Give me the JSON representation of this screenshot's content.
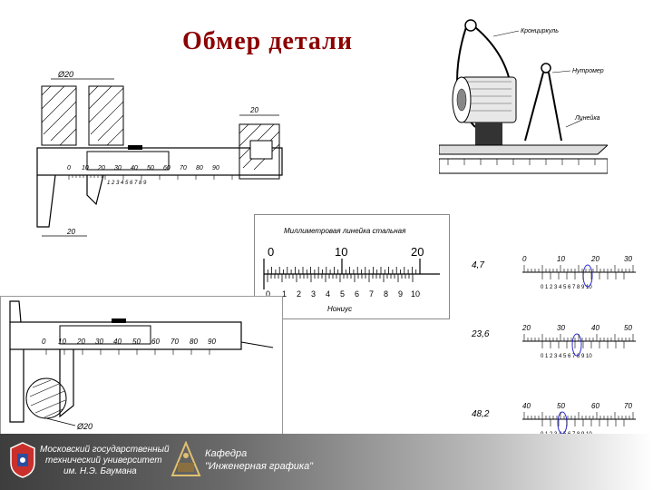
{
  "slide": {
    "title": "Обмер детали",
    "title_color": "#8b0000"
  },
  "caliper_top": {
    "dim_diameter": "Ø20",
    "dim_20_right": "20",
    "dim_20_bottom": "20",
    "main_scale": [
      "0",
      "10",
      "20",
      "30",
      "40",
      "50",
      "60",
      "70",
      "80",
      "90"
    ],
    "vernier_label": "1 2 3 4 5 6 7 8 9"
  },
  "calipers_tools": {
    "label_kronzirkul": "Кронциркуль",
    "label_nutromer": "Нутромер",
    "label_lineyka": "Линейка"
  },
  "ruler": {
    "title": "Миллиметровая линейка стальная",
    "top_numbers": [
      "0",
      "10",
      "20"
    ],
    "bottom_numbers": [
      "0",
      "1",
      "2",
      "3",
      "4",
      "5",
      "6",
      "7",
      "8",
      "9",
      "10"
    ],
    "caption": "Нониус"
  },
  "readings": {
    "rows": [
      {
        "value": "4,7",
        "main": [
          "0",
          "10",
          "20",
          "30"
        ]
      },
      {
        "value": "23,6",
        "main": [
          "20",
          "30",
          "40",
          "50"
        ]
      },
      {
        "value": "48,2",
        "main": [
          "40",
          "50",
          "60",
          "70"
        ]
      }
    ],
    "vernier_digits": "0 1 2 3 4 5 6 7 8 9 10"
  },
  "caliper_bottom": {
    "main_scale": [
      "0",
      "10",
      "20",
      "30",
      "40",
      "50",
      "60",
      "70",
      "80",
      "90"
    ],
    "dim_diameter": "Ø20"
  },
  "footer": {
    "university_line1": "Московский государственный",
    "university_line2": "технический университет",
    "university_line3": "им. Н.Э. Баумана",
    "dept_line1": "Кафедра",
    "dept_line2": "\"Инженерная графика\""
  }
}
